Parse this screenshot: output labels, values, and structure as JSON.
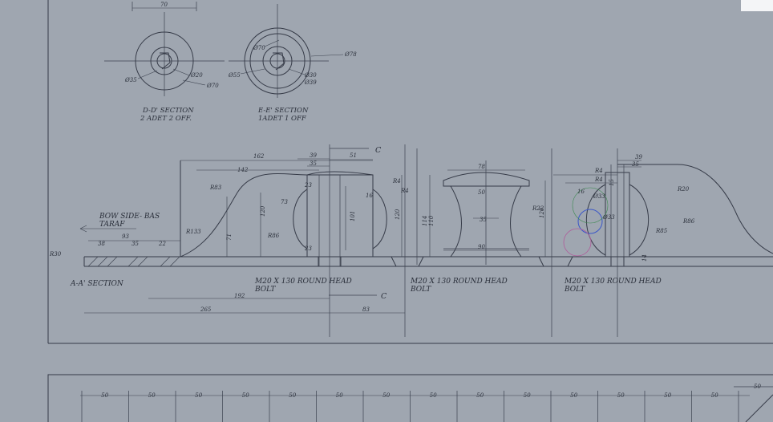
{
  "labels": {
    "dd_section": "D-D' SECTION",
    "dd_qty": "2 ADET 2 OFF.",
    "ee_section": "E-E' SECTION",
    "ee_qty": "1ADET 1 OFF",
    "bow_side": "BOW SIDE- BAS",
    "bow_side2": "TARAF",
    "aa_section": "A-A' SECTION",
    "bolt1_a": "M20 X 130 ROUND HEAD",
    "bolt1_b": "BOLT",
    "bolt2_a": "M20 X 130 ROUND HEAD",
    "bolt2_b": "BOLT",
    "bolt3_a": "M20 X 130 ROUND HEAD",
    "bolt3_b": "BOLT",
    "cut_c_top": "C",
    "cut_c_bot": "C"
  },
  "dims": {
    "d70_top": "70",
    "dd_d35": "Ø35",
    "dd_d20": "Ø20",
    "dd_d70": "Ø70",
    "ee_d70": "Ø70",
    "ee_d78": "Ø78",
    "ee_d55": "Ø55",
    "ee_d30": "Ø30",
    "ee_d39": "Ø39",
    "d162": "162",
    "d142": "142",
    "d39a": "39",
    "d35a": "35",
    "d51": "51",
    "r83": "R83",
    "d23a": "23",
    "d73": "73",
    "d120a": "120",
    "d71": "71",
    "r86a": "R86",
    "d101": "101",
    "d23b": "23",
    "r4a": "R4",
    "r4b": "R4",
    "d16": "16",
    "r133": "R133",
    "r30": "R30",
    "d38": "38",
    "d93": "93",
    "d35b": "35",
    "d22": "22",
    "d120b": "120",
    "d78": "78",
    "d50": "50",
    "d114": "114",
    "d110": "110",
    "d35c": "35",
    "r22": "R22",
    "d90": "90",
    "d120c": "120",
    "r4c": "R4",
    "r4d": "R4",
    "d16b": "16",
    "d33": "Ø33",
    "d33b": "Ø33",
    "d39b": "39",
    "d35d": "35",
    "d15": "15",
    "r20": "R20",
    "r86b": "R86",
    "r85": "R85",
    "d14": "14",
    "d192": "192",
    "d265": "265",
    "d83": "83",
    "d50r": "50"
  },
  "colors": {
    "background": "#9fa6b0",
    "line": "#363b48",
    "accent_blue": "#3a56c8",
    "accent_magenta": "#b05a9a",
    "accent_green": "#3e8a52"
  }
}
